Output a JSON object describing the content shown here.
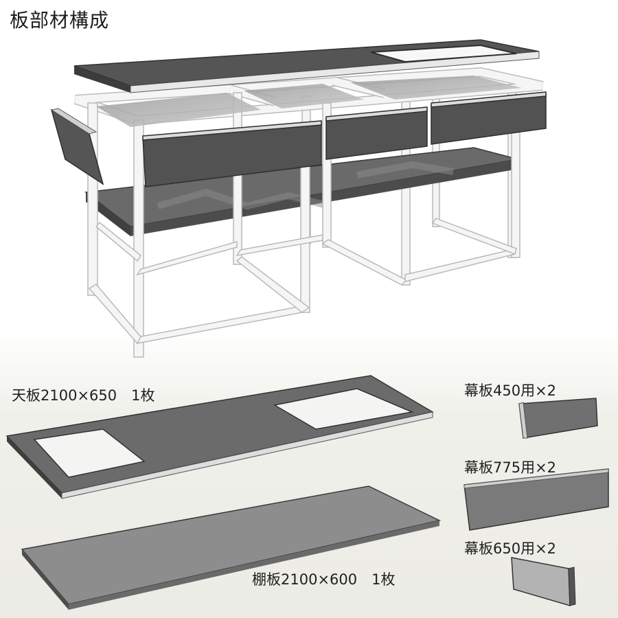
{
  "title": "板部材構成",
  "parts": {
    "top_board": "天板2100×650　1枚",
    "shelf_board": "棚板2100×600　1枚",
    "apron_450": "幕板450用×2",
    "apron_775": "幕板775用×2",
    "apron_650": "幕板650用×2"
  },
  "colors": {
    "board_dark": "#505050",
    "board_gray": "#8a8a8a",
    "frame": "#f3f3f3",
    "frame_stroke": "#b8b8b8"
  }
}
